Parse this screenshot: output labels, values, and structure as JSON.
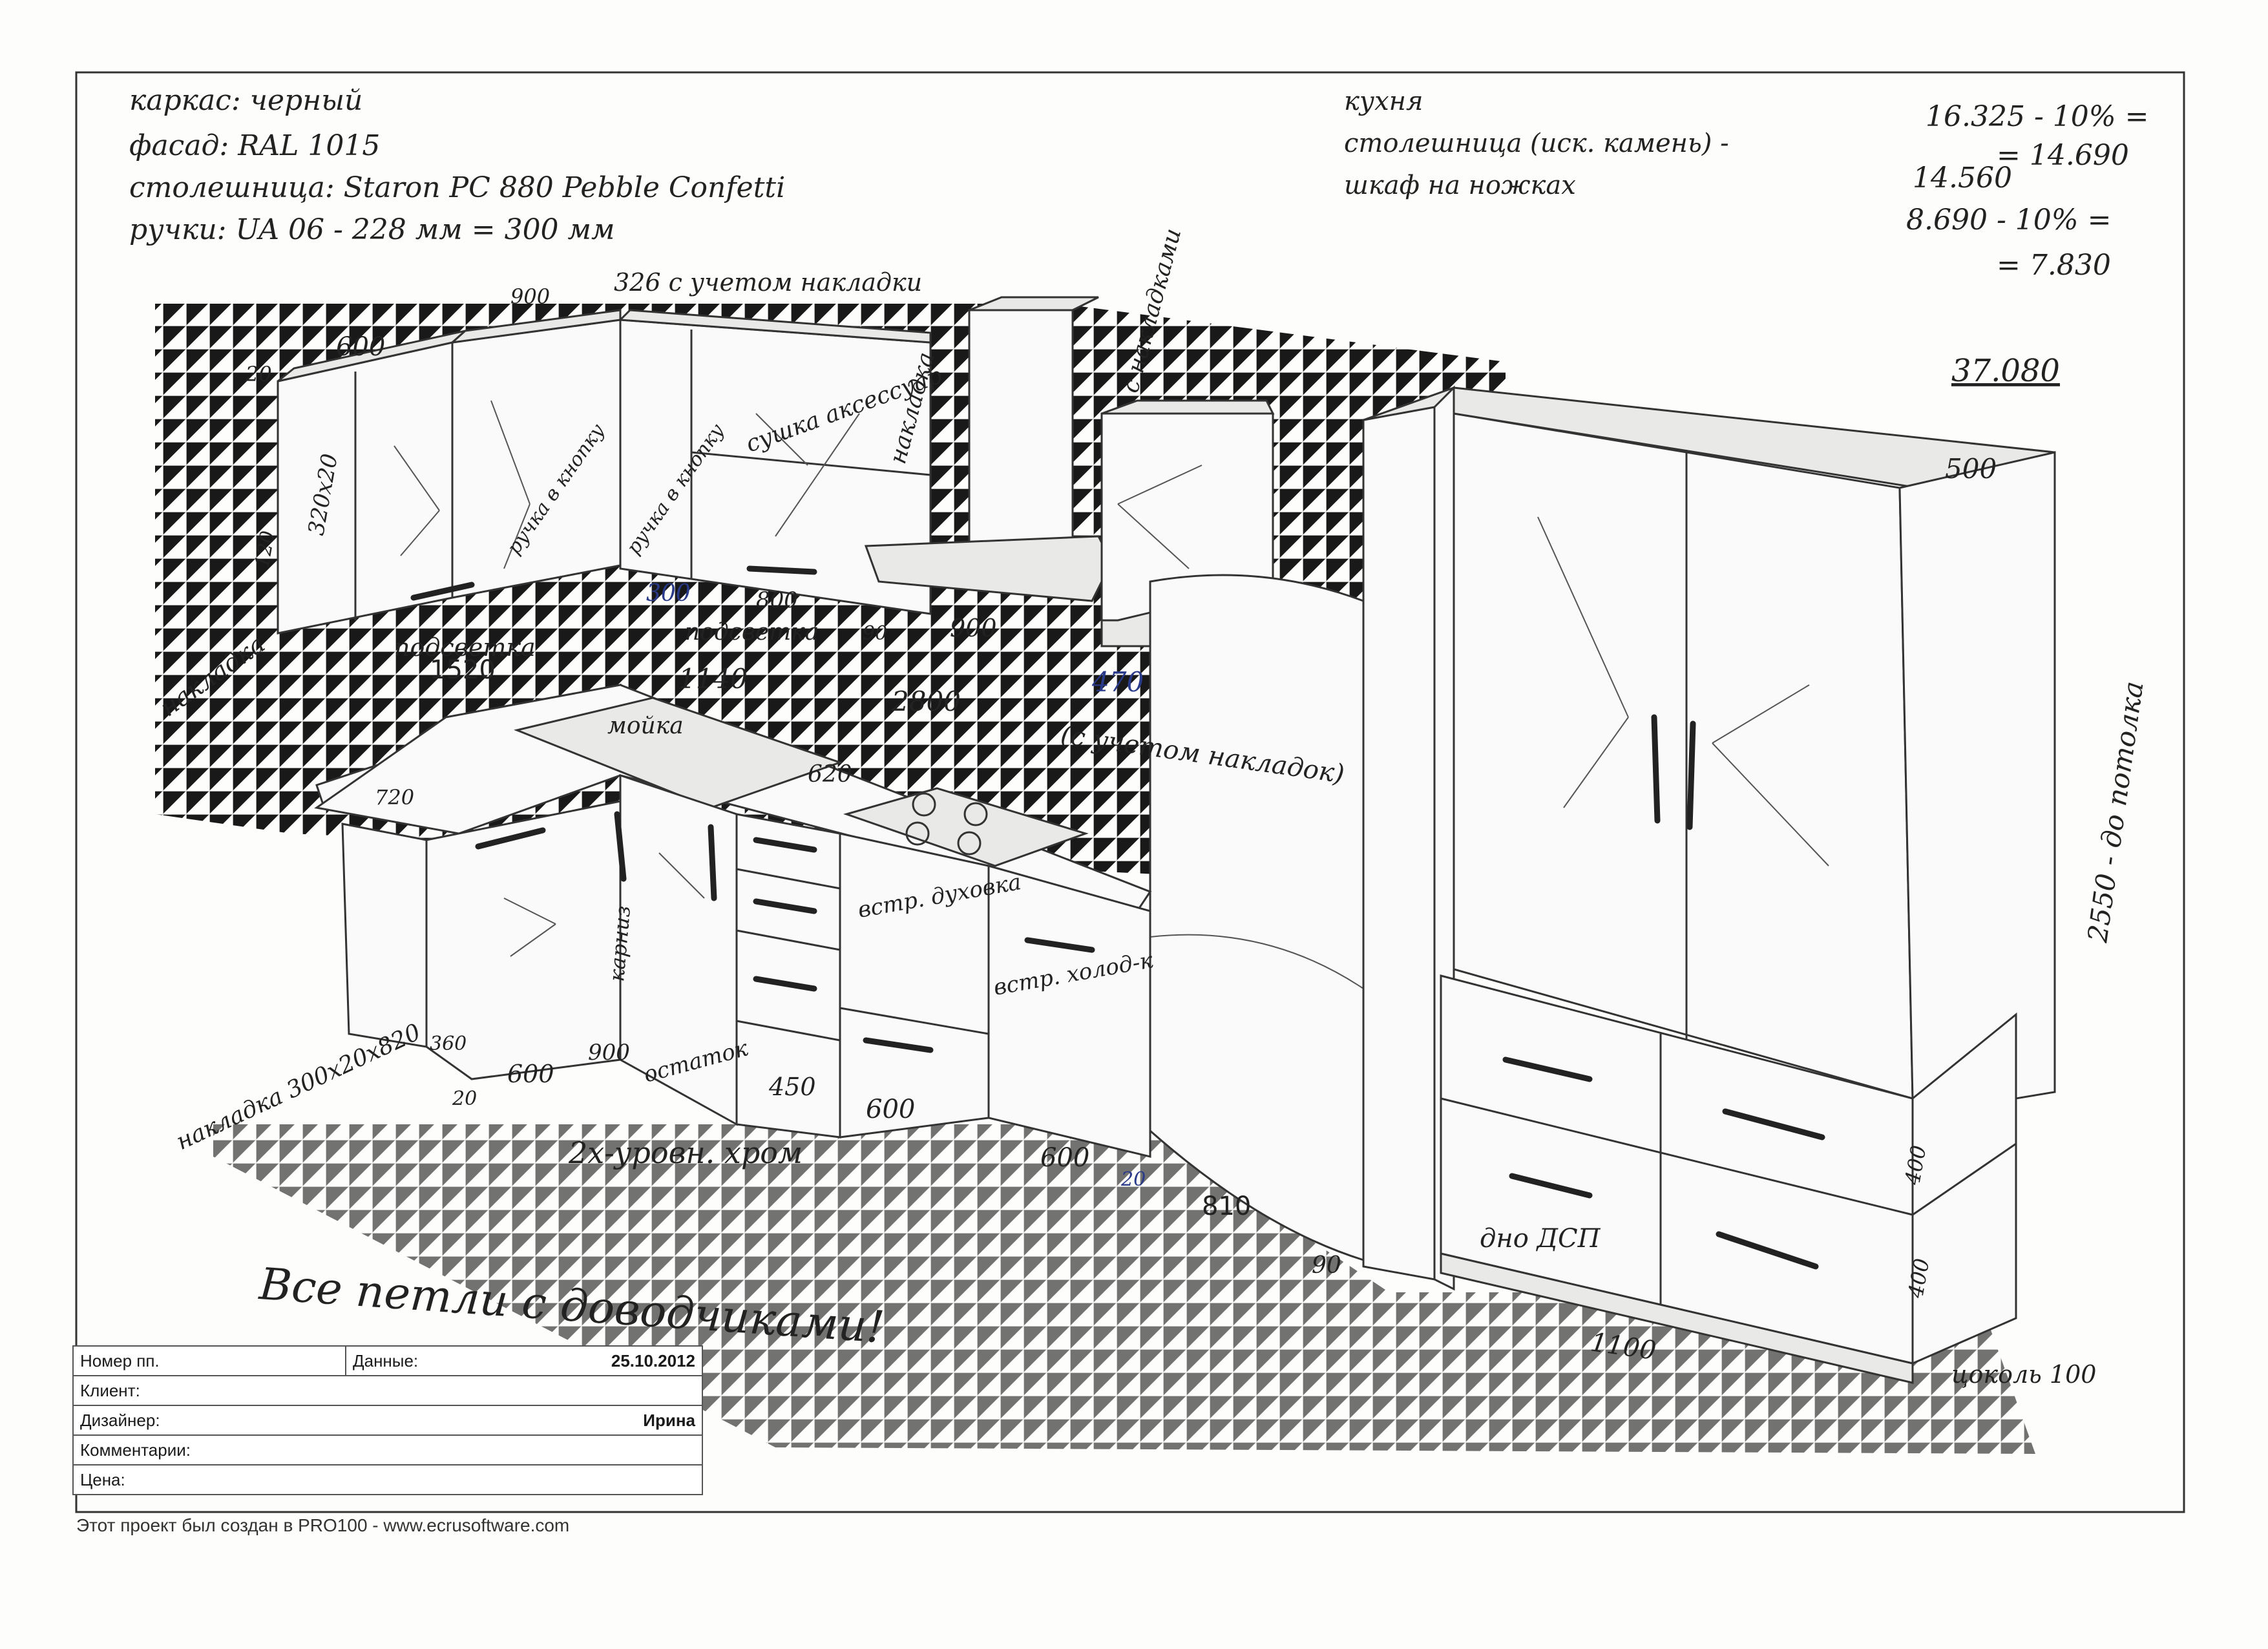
{
  "notes_left": [
    "каркас: черный",
    "фасад: RAL 1015",
    "столешница: Staron PC 880 Pebble Confetti",
    "ручки: UA 06 - 228 мм = 300 мм"
  ],
  "notes_right": {
    "title": "кухня",
    "line1": "столешница (иск. камень) -",
    "line2": "шкаф на ножках",
    "calc": [
      "16.325 - 10% =",
      "= 14.690",
      "14.560",
      "8.690 - 10% =",
      "= 7.830",
      "37.080"
    ]
  },
  "labels": {
    "w600_top": "600",
    "w900_top": "900",
    "w326": "326 с учетом накладки",
    "d20": "20",
    "w320x20": "320x20",
    "w120": "120",
    "podsvetka_left": "подсветка",
    "podsvetka_mid": "подсветка",
    "ruchka1": "ручка в кнопку",
    "ruchka2": "ручка в кнопку",
    "sushka": "сушка аксессуар",
    "nakladka_top": "накладка",
    "nakladki_right": "с накладками",
    "nakladka_left": "накладка",
    "n300": "300",
    "n800": "800",
    "n90a": "90",
    "n900_hood": "900",
    "n1520": "1520",
    "n1140": "1140",
    "n2800": "2800",
    "moika": "мойка",
    "n620": "620",
    "n470": "470",
    "s_uchetom": "(с учетом накладок)",
    "n720": "720",
    "vstr_duh": "встр. духовка",
    "vstr_hol": "встр. холод-к",
    "karniz": "карниз",
    "ostatok": "остаток",
    "n900b": "900",
    "n360": "360",
    "n600a": "600",
    "n20b": "20",
    "n450": "450",
    "n600b": "600",
    "n600c": "600",
    "n20c": "20",
    "n810": "810",
    "n90b": "90",
    "n500": "500",
    "n2550": "2550 - до потолка",
    "n400a": "400",
    "n400b": "400",
    "n1100": "1100",
    "dno": "дно ДСП",
    "tsokol": "цоколь 100",
    "nakladka_bottom": "накладка 300x20x820",
    "two_level": "2х-уровн. хром",
    "bottom_note": "Все петли с доводчиками!"
  },
  "table": {
    "nomer_label": "Номер пп.",
    "dannye_label": "Данные:",
    "date": "25.10.2012",
    "client_label": "Клиент:",
    "designer_label": "Дизайнер:",
    "designer": "Ирина",
    "comment_label": "Комментарии:",
    "price_label": "Цена:"
  },
  "footer": "Этот проект был создан в PRO100 - www.ecrusoftware.com"
}
